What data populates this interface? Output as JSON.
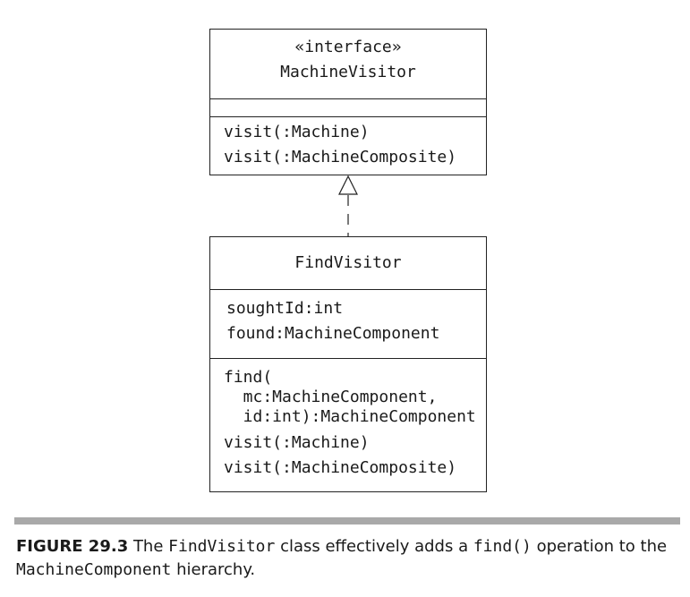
{
  "interface_class": {
    "stereotype": "«interface»",
    "name": "MachineVisitor",
    "attributes": [],
    "operations": [
      "visit(:Machine)",
      "visit(:MachineComposite)"
    ]
  },
  "find_visitor_class": {
    "name": "FindVisitor",
    "attributes": [
      "soughtId:int",
      "found:MachineComponent"
    ],
    "operations": [
      "find(",
      "  mc:MachineComponent,",
      "  id:int):MachineComponent",
      "visit(:Machine)",
      "visit(:MachineComposite)"
    ]
  },
  "relationship": {
    "type": "realization",
    "from": "FindVisitor",
    "to": "MachineVisitor"
  },
  "caption": {
    "label": "FIGURE 29.3",
    "text_1": " The ",
    "code_1": "FindVisitor",
    "text_2": " class effectively adds a ",
    "code_2": "find()",
    "text_3": " operation to the",
    "code_3": "MachineComponent",
    "text_4": " hierarchy."
  }
}
